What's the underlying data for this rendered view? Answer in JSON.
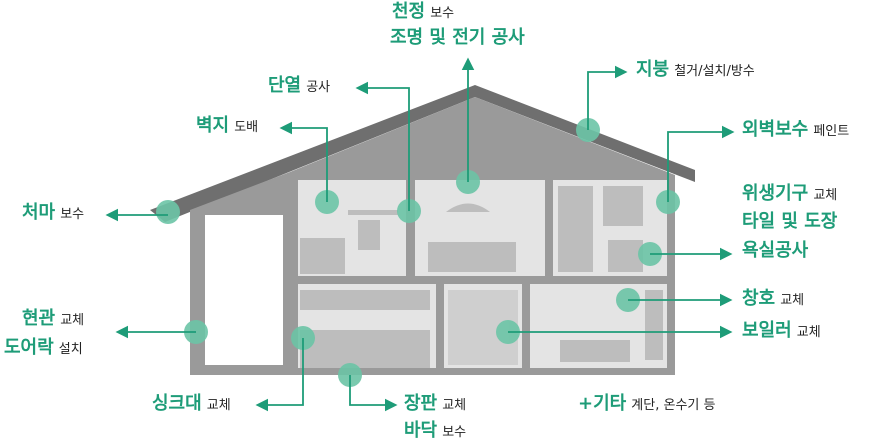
{
  "colors": {
    "accent": "#1e9c78",
    "dot": "#6cc4a6",
    "roof": "#6f6f6f",
    "wall": "#9a9a9a",
    "room": "#d9d9d9"
  },
  "labels": {
    "ceiling": {
      "bold": "천정",
      "normal": "보수"
    },
    "lighting": {
      "bold": "조명 및 전기 공사"
    },
    "insulation": {
      "bold": "단열",
      "normal": "공사"
    },
    "roof": {
      "bold": "지붕",
      "normal": "철거/설치/방수"
    },
    "wallpaper": {
      "bold": "벽지",
      "normal": "도배"
    },
    "exterior": {
      "bold": "외벽보수",
      "normal": "페인트"
    },
    "eaves": {
      "bold": "처마",
      "normal": "보수"
    },
    "sanitary": {
      "bold": "위생기구",
      "normal": "교체"
    },
    "tile": {
      "bold": "타일 및 도장"
    },
    "bathroom": {
      "bold": "욕실공사"
    },
    "entrance": {
      "bold": "현관",
      "normal": "교체"
    },
    "doorlock": {
      "bold": "도어락",
      "normal": "설치"
    },
    "window": {
      "bold": "창호",
      "normal": "교체"
    },
    "boiler": {
      "bold": "보일러",
      "normal": "교체"
    },
    "sink": {
      "bold": "싱크대",
      "normal": "교체"
    },
    "floorboard": {
      "bold": "장판",
      "normal": "교체"
    },
    "floor": {
      "bold": "바닥",
      "normal": "보수"
    },
    "etc": {
      "bold": "+기타",
      "normal": "계단, 온수기 등"
    }
  }
}
